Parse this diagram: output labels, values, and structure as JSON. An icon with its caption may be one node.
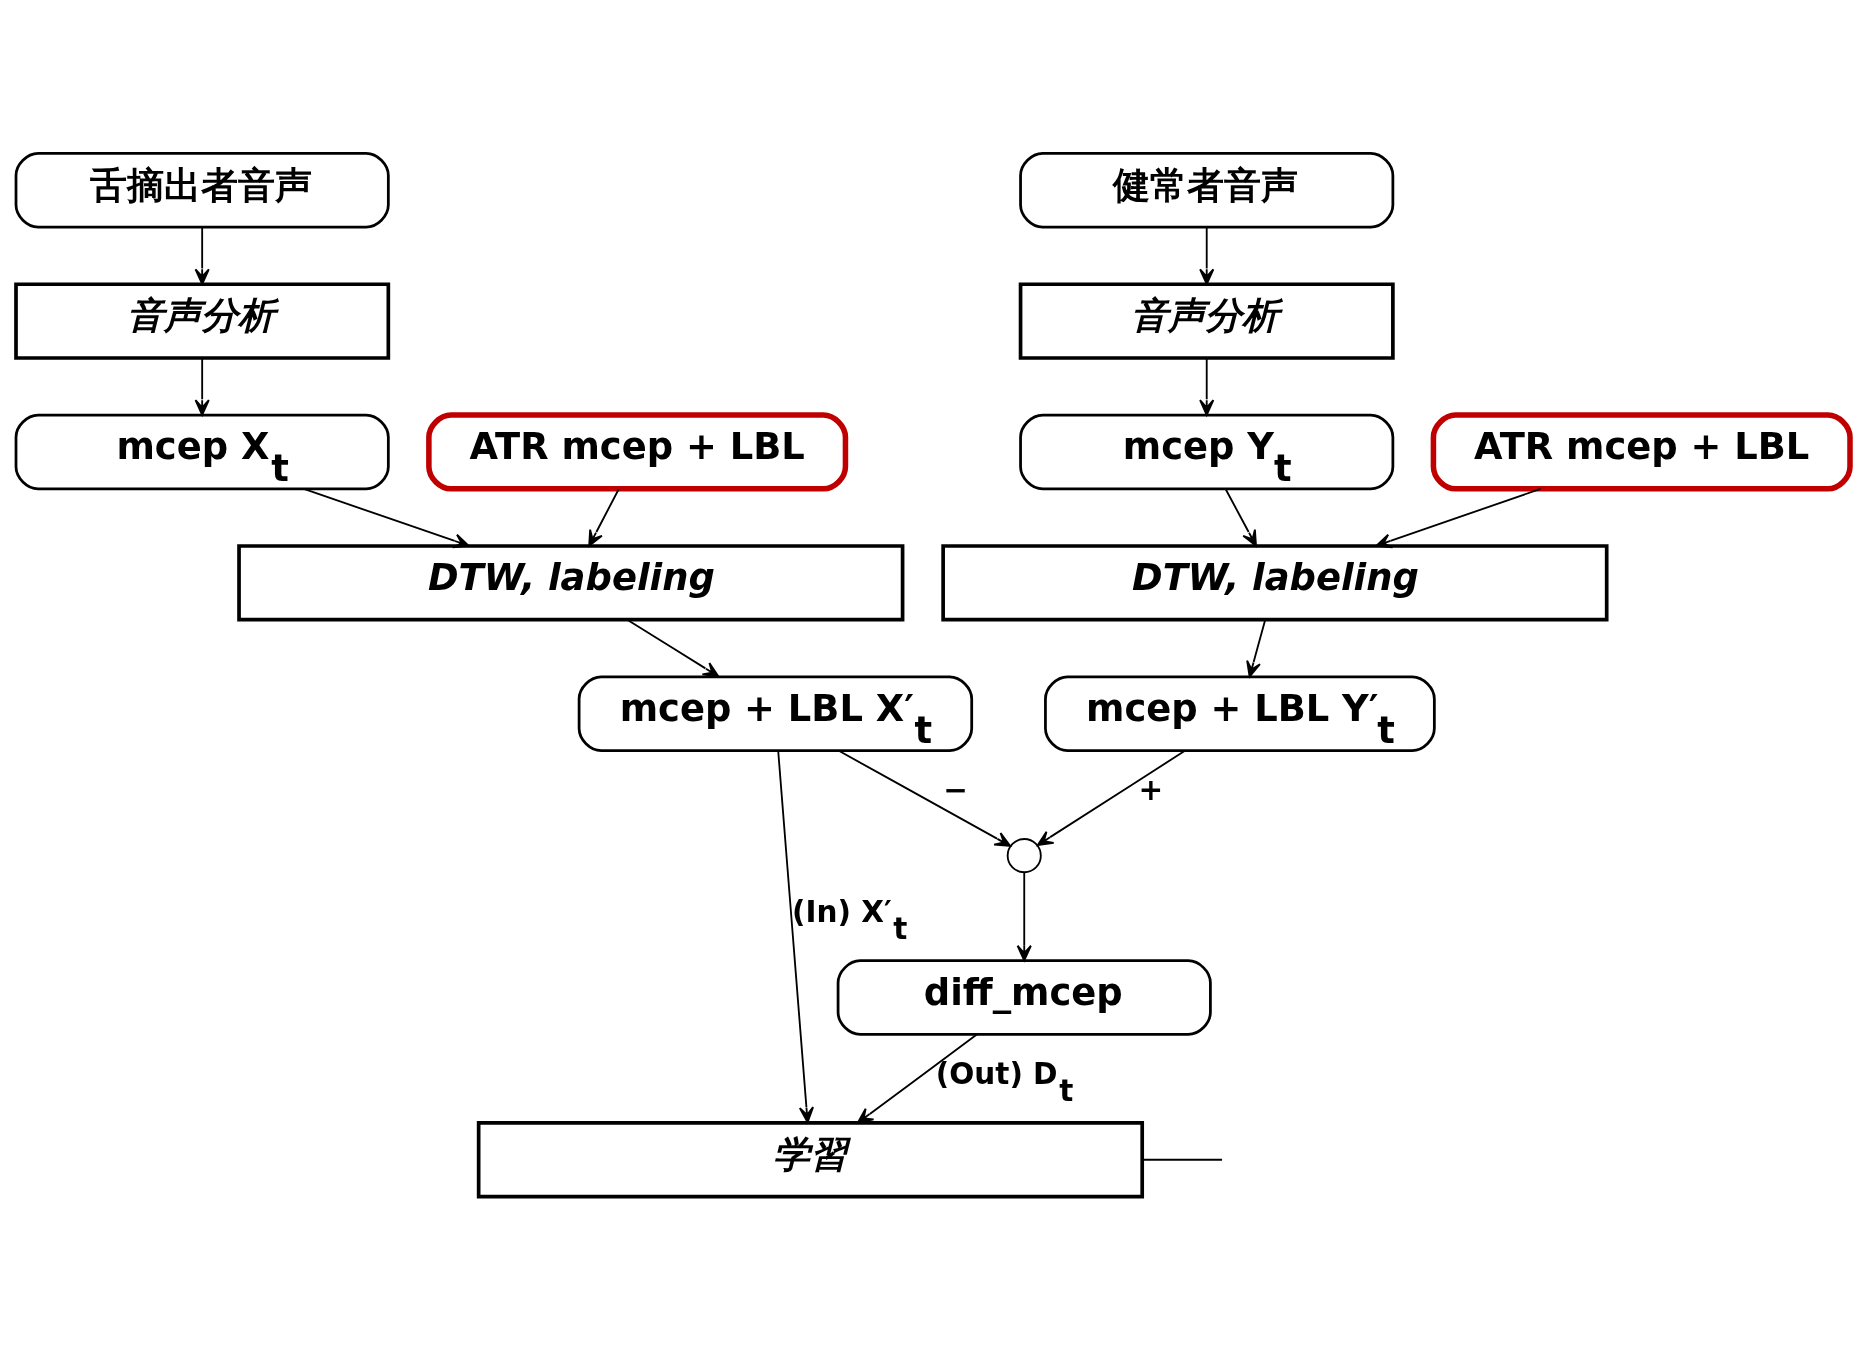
{
  "diagram": {
    "nodes": [
      {
        "text": [
          "舌摘出者音声"
        ]
      },
      {
        "text": [
          "健常者音声"
        ]
      },
      {
        "text": [
          "音声分析"
        ]
      },
      {
        "text": [
          "音声分析"
        ]
      },
      {
        "text": [
          "ATR mcep + LBL"
        ]
      },
      {
        "text": [
          "mcep X$_{t}$"
        ]
      },
      {
        "text": [
          "mcep Y$_{t}$"
        ]
      },
      {
        "text": [
          "ATR mcep + LBL"
        ]
      },
      {
        "text": [
          "DTW, labeling"
        ]
      },
      {
        "text": [
          "DTW, labeling"
        ]
      },
      {
        "text": [
          "mcep + LBL X′$_{t}$"
        ]
      },
      {
        "text": [
          "mcep + LBL Y′$_{t}$"
        ]
      },
      {
        "text": [],
        "shape": "circle"
      },
      {
        "text": [
          "diff_mcep"
        ]
      },
      {
        "text": [
          "学習"
        ]
      }
    ],
    "edges": [
      {
        "from": 0,
        "to": 2,
        "arrow": "to"
      },
      {
        "from": 1,
        "to": 3,
        "arrow": "to"
      },
      {
        "from": 2,
        "to": 5,
        "arrow": "to"
      },
      {
        "from": 3,
        "to": 6,
        "arrow": "to"
      },
      {
        "from": 4,
        "to": 8,
        "arrow": "to"
      },
      {
        "from": 5,
        "to": 8,
        "arrow": "to"
      },
      {
        "from": 6,
        "to": 9,
        "arrow": "to"
      },
      {
        "from": 7,
        "to": 9,
        "arrow": "to"
      },
      {
        "from": 8,
        "to": 10,
        "arrow": "to"
      },
      {
        "from": 9,
        "to": 11,
        "arrow": "to"
      },
      {
        "from": 11,
        "to": 12,
        "arrow": "to",
        "label": "+"
      },
      {
        "from": 10,
        "to": 12,
        "arrow": "to",
        "label": "−"
      },
      {
        "from": 12,
        "to": 13,
        "arrow": "to"
      },
      {
        "from": 10,
        "to": 14,
        "arrow": "to",
        "label": "(In) X′$_{t}$"
      },
      {
        "from": 13,
        "to": 14,
        "arrow": "to",
        "label": "(Out) D$_{t}$"
      },
      {
        "from": 14,
        "to": null,
        "arrow": "none"
      }
    ]
  }
}
